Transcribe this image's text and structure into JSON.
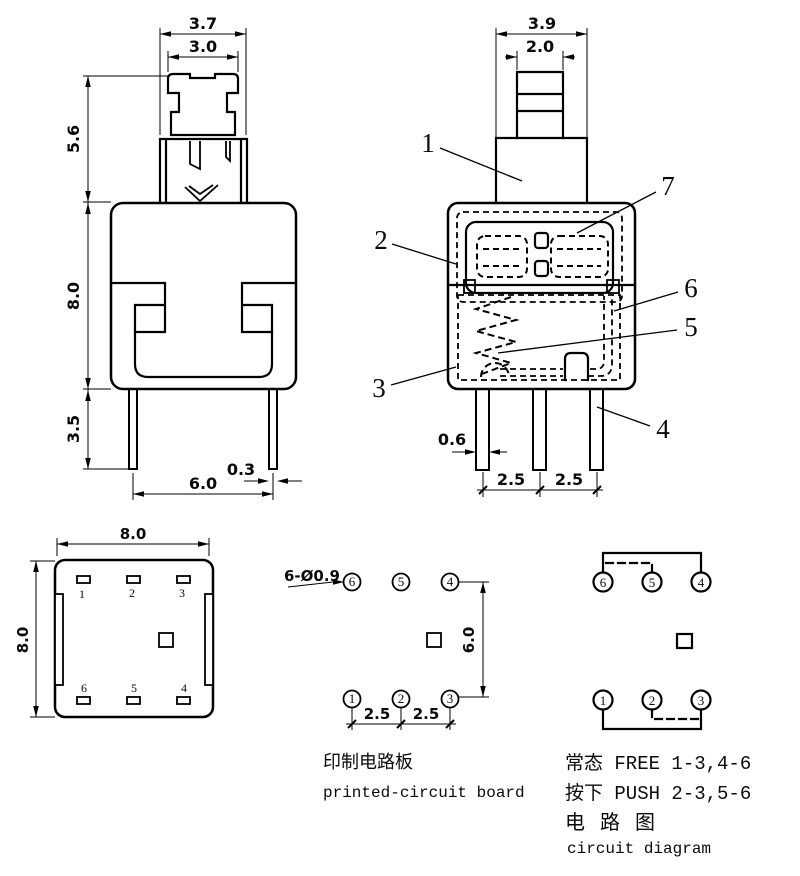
{
  "front_view": {
    "dim_stem_width": "3.7",
    "dim_cap_width": "3.0",
    "dim_button_height": "5.6",
    "dim_body_height": "8.0",
    "dim_pin_length": "3.5",
    "dim_pin_span": "6.0",
    "dim_pin_width": "0.3"
  },
  "side_view": {
    "dim_stem_width": "3.9",
    "dim_tip_width": "2.0",
    "dim_pin_width": "0.6",
    "dim_pitch_left": "2.5",
    "dim_pitch_right": "2.5",
    "callouts": [
      "1",
      "2",
      "3",
      "4",
      "5",
      "6",
      "7"
    ]
  },
  "bottom_view": {
    "dim_width": "8.0",
    "dim_height": "8.0",
    "top_pads": [
      "1",
      "2",
      "3"
    ],
    "bottom_pads": [
      "6",
      "5",
      "4"
    ]
  },
  "pcb_layout": {
    "hole_note": "6-Ø0.9",
    "top_row": [
      "6",
      "5",
      "4"
    ],
    "bottom_row": [
      "1",
      "2",
      "3"
    ],
    "dim_row_span": "6.0",
    "dim_pitch_left": "2.5",
    "dim_pitch_right": "2.5",
    "caption_zh": "印制电路板",
    "caption_en": "printed-circuit board"
  },
  "circuit_diagram": {
    "top_row": [
      "6",
      "5",
      "4"
    ],
    "bottom_row": [
      "1",
      "2",
      "3"
    ],
    "state_free": "常态 FREE 1-3,4-6",
    "state_push": "按下 PUSH 2-3,5-6",
    "caption_zh": "电 路 图",
    "caption_en": "circuit diagram"
  }
}
